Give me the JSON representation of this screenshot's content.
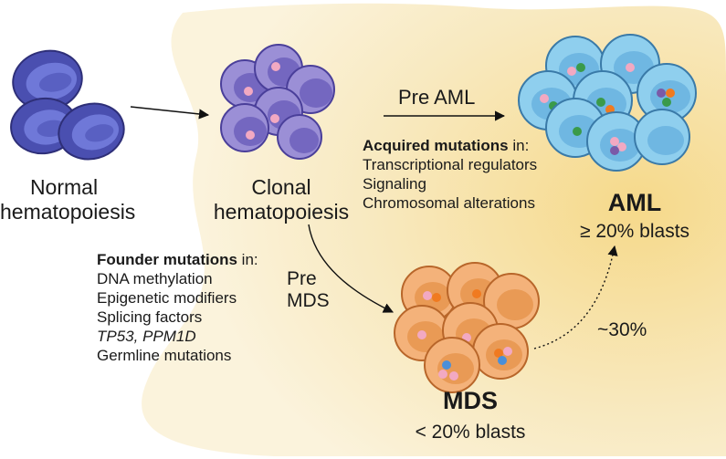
{
  "stages": {
    "normal": {
      "line1": "Normal",
      "line2": "hematopoiesis"
    },
    "clonal": {
      "line1": "Clonal",
      "line2": "hematopoiesis"
    }
  },
  "arrows": {
    "pre_aml": "Pre AML",
    "pre_mds_line1": "Pre",
    "pre_mds_line2": "MDS",
    "progression": "~30%"
  },
  "acquired": {
    "heading_bold": "Acquired mutations",
    "heading_rest": " in:",
    "items": [
      "Transcriptional regulators",
      "Signaling",
      "Chromosomal alterations"
    ]
  },
  "founder": {
    "heading_bold": "Founder mutations",
    "heading_rest": " in:",
    "items": [
      "DNA methylation",
      "Epigenetic modifiers",
      "Splicing factors",
      "TP53, PPM1D",
      "Germline mutations"
    ]
  },
  "aml": {
    "title": "AML",
    "subtitle": "≥ 20% blasts"
  },
  "mds": {
    "title": "MDS",
    "subtitle": "< 20% blasts"
  },
  "colors": {
    "background_blob": "#f8e8b8",
    "normal_cell": "#5b63c8",
    "clonal_cell": "#a49ad8",
    "aml_cell": "#7fc3e6",
    "mds_cell": "#f2aa6a",
    "dot_pink": "#f2a9c2",
    "dot_green": "#3a9a4a",
    "dot_orange": "#f07a20",
    "dot_blue": "#4a8fd8",
    "dot_purple": "#7a5aa8"
  }
}
